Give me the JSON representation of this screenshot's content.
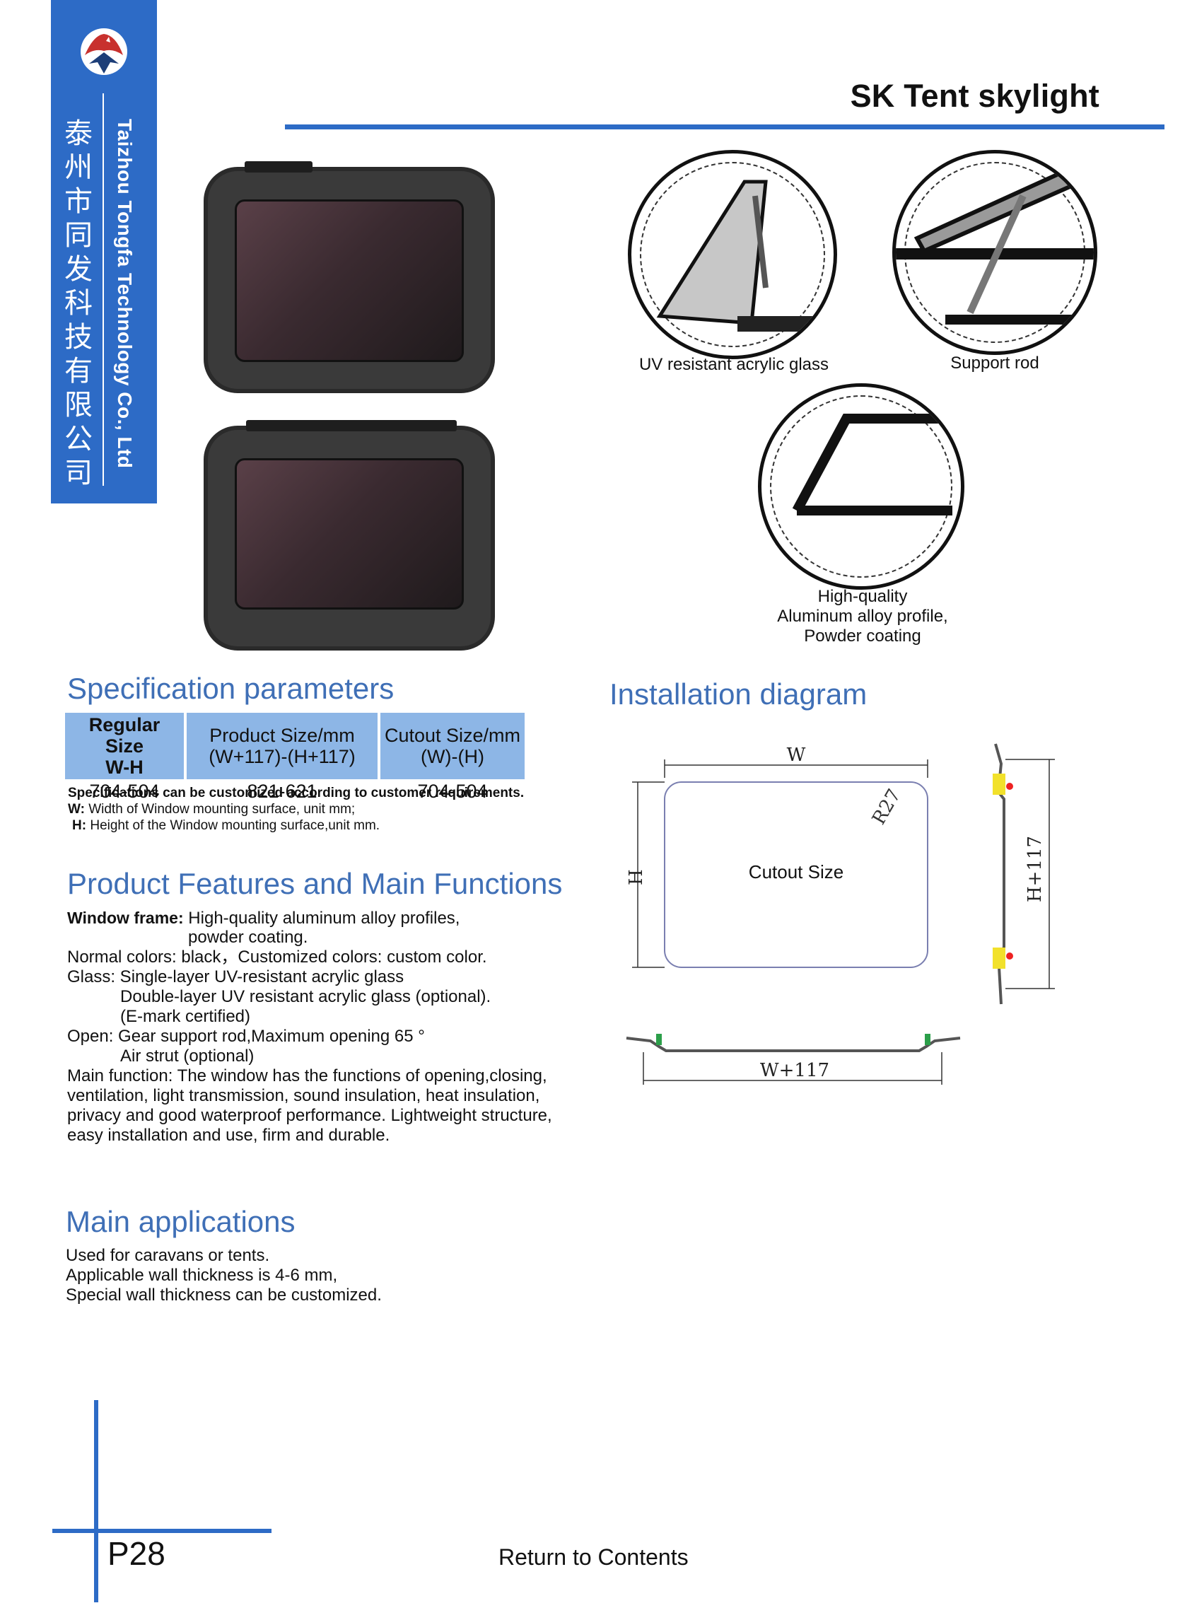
{
  "sidebar": {
    "company_cn": [
      "泰",
      "州",
      "市",
      "同",
      "发",
      "科",
      "技",
      "有",
      "限",
      "公",
      "司"
    ],
    "company_en": "Taizhou Tongfa Technology Co., Ltd"
  },
  "header": {
    "title": "SK Tent skylight"
  },
  "details": {
    "glass_caption": "UV resistant acrylic glass",
    "rod_caption": "Support rod",
    "profile_caption": [
      "High-quality",
      "Aluminum alloy profile,",
      "Powder coating"
    ]
  },
  "spec": {
    "heading": "Specification parameters",
    "columns": [
      [
        "Regular Size",
        "W-H"
      ],
      [
        "Product Size/mm",
        "(W+117)-(H+117)"
      ],
      [
        "Cutout Size/mm",
        "(W)-(H)"
      ]
    ],
    "row": [
      "704-504",
      "821-621",
      "704-504"
    ],
    "note_custom": "Specifications can be customized according to customer requirements.",
    "note_w_label": "W:",
    "note_w_text": " Width of Window mounting surface, unit mm;",
    "note_h_label": "H:",
    "note_h_text": " Height of the Window mounting surface,unit mm."
  },
  "features": {
    "heading": "Product Features and Main Functions",
    "frame_label": "Window frame:",
    "frame_text": " High-quality aluminum alloy profiles,",
    "frame_text2": "powder coating.",
    "normal_label": "Normal colors:",
    "normal_text": " black，",
    "custom_label": "Customized colors:",
    "custom_text": " custom color.",
    "glass_label": "Glass:",
    "glass_text": " Single-layer UV-resistant acrylic glass",
    "glass_text2": "Double-layer UV resistant acrylic glass (optional).",
    "glass_text3": "(E-mark certified)",
    "open_label": "Open:",
    "open_text": " Gear support rod,Maximum opening 65 °",
    "open_text2": "Air strut (optional)",
    "main_label": "Main function:",
    "main_text": "  The window has the functions of opening,closing,",
    "main_lines": [
      "ventilation, light transmission, sound insulation, heat insulation,",
      "privacy and good waterproof performance. Lightweight structure,",
      "easy installation and use, firm and durable."
    ]
  },
  "applications": {
    "heading": "Main applications",
    "lines": [
      "Used for caravans or tents.",
      "Applicable wall thickness is 4-6 mm,",
      "Special wall thickness can be customized."
    ]
  },
  "diagram": {
    "heading": "Installation diagram",
    "w": "W",
    "h": "H",
    "r": "R27",
    "cutout": "Cutout Size",
    "h117": "H+117",
    "w117": "W+117"
  },
  "footer": {
    "page": "P28",
    "link": "Return to Contents"
  },
  "colors": {
    "accent": "#2d6bc6",
    "heading": "#3f6fb6",
    "table_header": "#8db6e6"
  }
}
